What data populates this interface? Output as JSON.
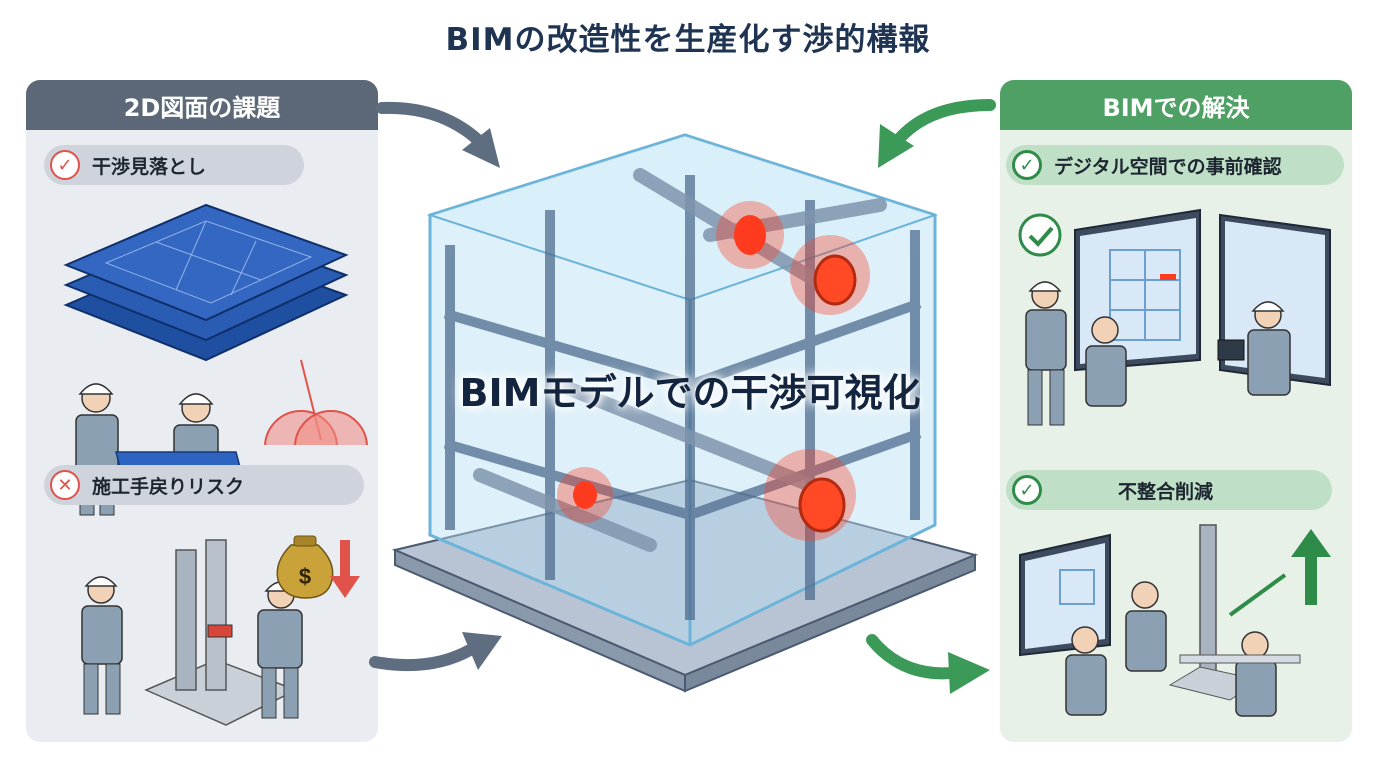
{
  "title": "BIMの改造性を生産化す渉的構報",
  "left_panel": {
    "header": "2D図面の課題",
    "items": [
      {
        "label": "干渉見落とし",
        "icon": "check-icon"
      },
      {
        "label": "施工手戻りリスク",
        "icon": "x-icon"
      }
    ]
  },
  "right_panel": {
    "header": "BIMでの解決",
    "items": [
      {
        "label": "デジタル空間での事前確認",
        "icon": "check-icon"
      },
      {
        "label": "不整合削減",
        "icon": "check-icon"
      }
    ]
  },
  "center": {
    "label": "BIMモデルでの干渉可視化"
  },
  "money_symbol": "$",
  "colors": {
    "left_header": "#5c6878",
    "right_header": "#4ea064",
    "clash_red": "#ff3b1f",
    "arrow_gray": "#5f6d80",
    "arrow_green": "#3c9a58"
  }
}
